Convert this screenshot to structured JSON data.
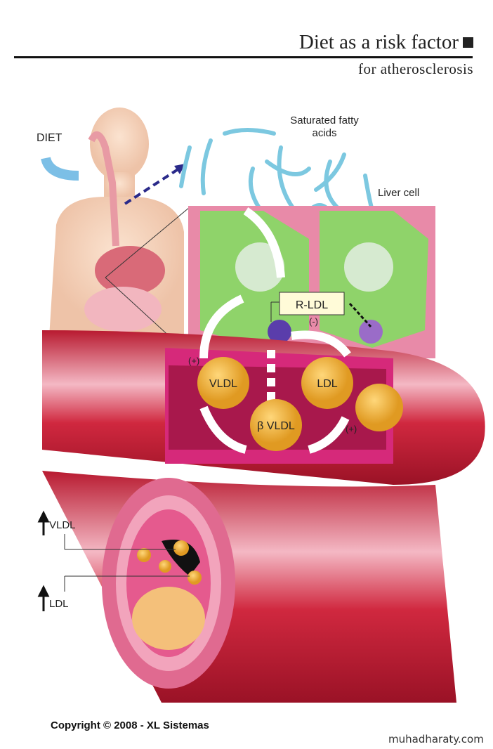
{
  "header": {
    "title": "Diet as a risk factor",
    "subtitle": "for atherosclerosis"
  },
  "labels": {
    "diet": "DIET",
    "fatty_acids_line1": "Saturated fatty",
    "fatty_acids_line2": "acids",
    "liver_cell": "Liver cell",
    "receptor": "R-LDL",
    "minus": "(-)",
    "plus_left": "(+)",
    "plus_right": "(+)",
    "vldl": "VLDL",
    "ldl": "LDL",
    "beta_vldl": "β VLDL",
    "increased_vldl": "VLDL",
    "increased_ldl": "LDL"
  },
  "footer": {
    "copyright": "Copyright © 2008 - XL Sistemas",
    "watermark": "muhadharaty.com"
  },
  "colors": {
    "vessel": "#c8203a",
    "liver": "#8fd36a",
    "lipoprotein": "#f3b43c",
    "fatty_acid": "#7cc8e0",
    "arrow": "#2a2a8a"
  }
}
